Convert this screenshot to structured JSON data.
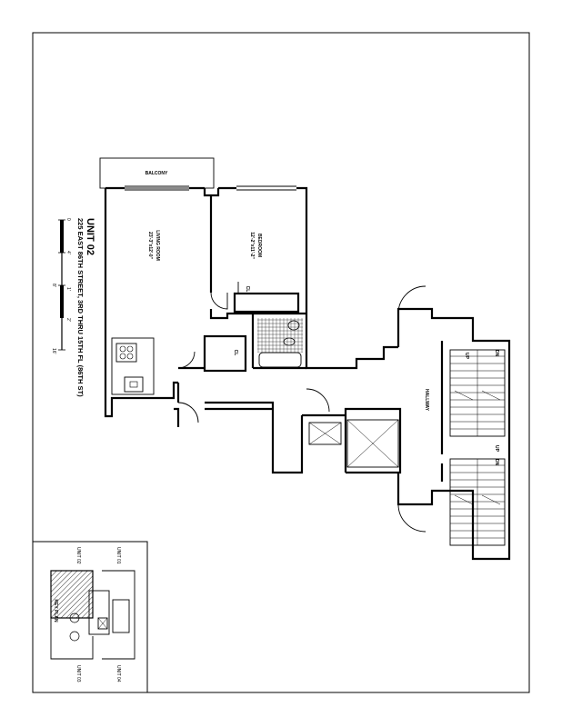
{
  "title": {
    "unit": "UNIT 02",
    "address": "225 EAST 86TH STREET, 3RD THRU 15TH FL (86TH ST)"
  },
  "scale": {
    "ticks": [
      "0",
      "4'",
      "8'",
      "16'"
    ],
    "sub_ticks": [
      "1'",
      "2'"
    ]
  },
  "rooms": {
    "balcony": "BALCONY",
    "living_room": "LIVING ROOM",
    "living_room_dims": "23'-3\"x12'-0\"",
    "bedroom": "BEDROOM",
    "bedroom_dims": "12'-2\"x11'-2\"",
    "closet_bedroom": "CL",
    "closet_foyer": "CL",
    "hallway": "HALLWAY"
  },
  "stairs": {
    "up_1": "UP",
    "dn_1": "DN",
    "up_2": "UP",
    "dn_2": "DN"
  },
  "key_plan": {
    "label": "KEY PLAN",
    "units": [
      "UNIT 01",
      "UNIT 02",
      "UNIT 03",
      "UNIT 04"
    ]
  }
}
